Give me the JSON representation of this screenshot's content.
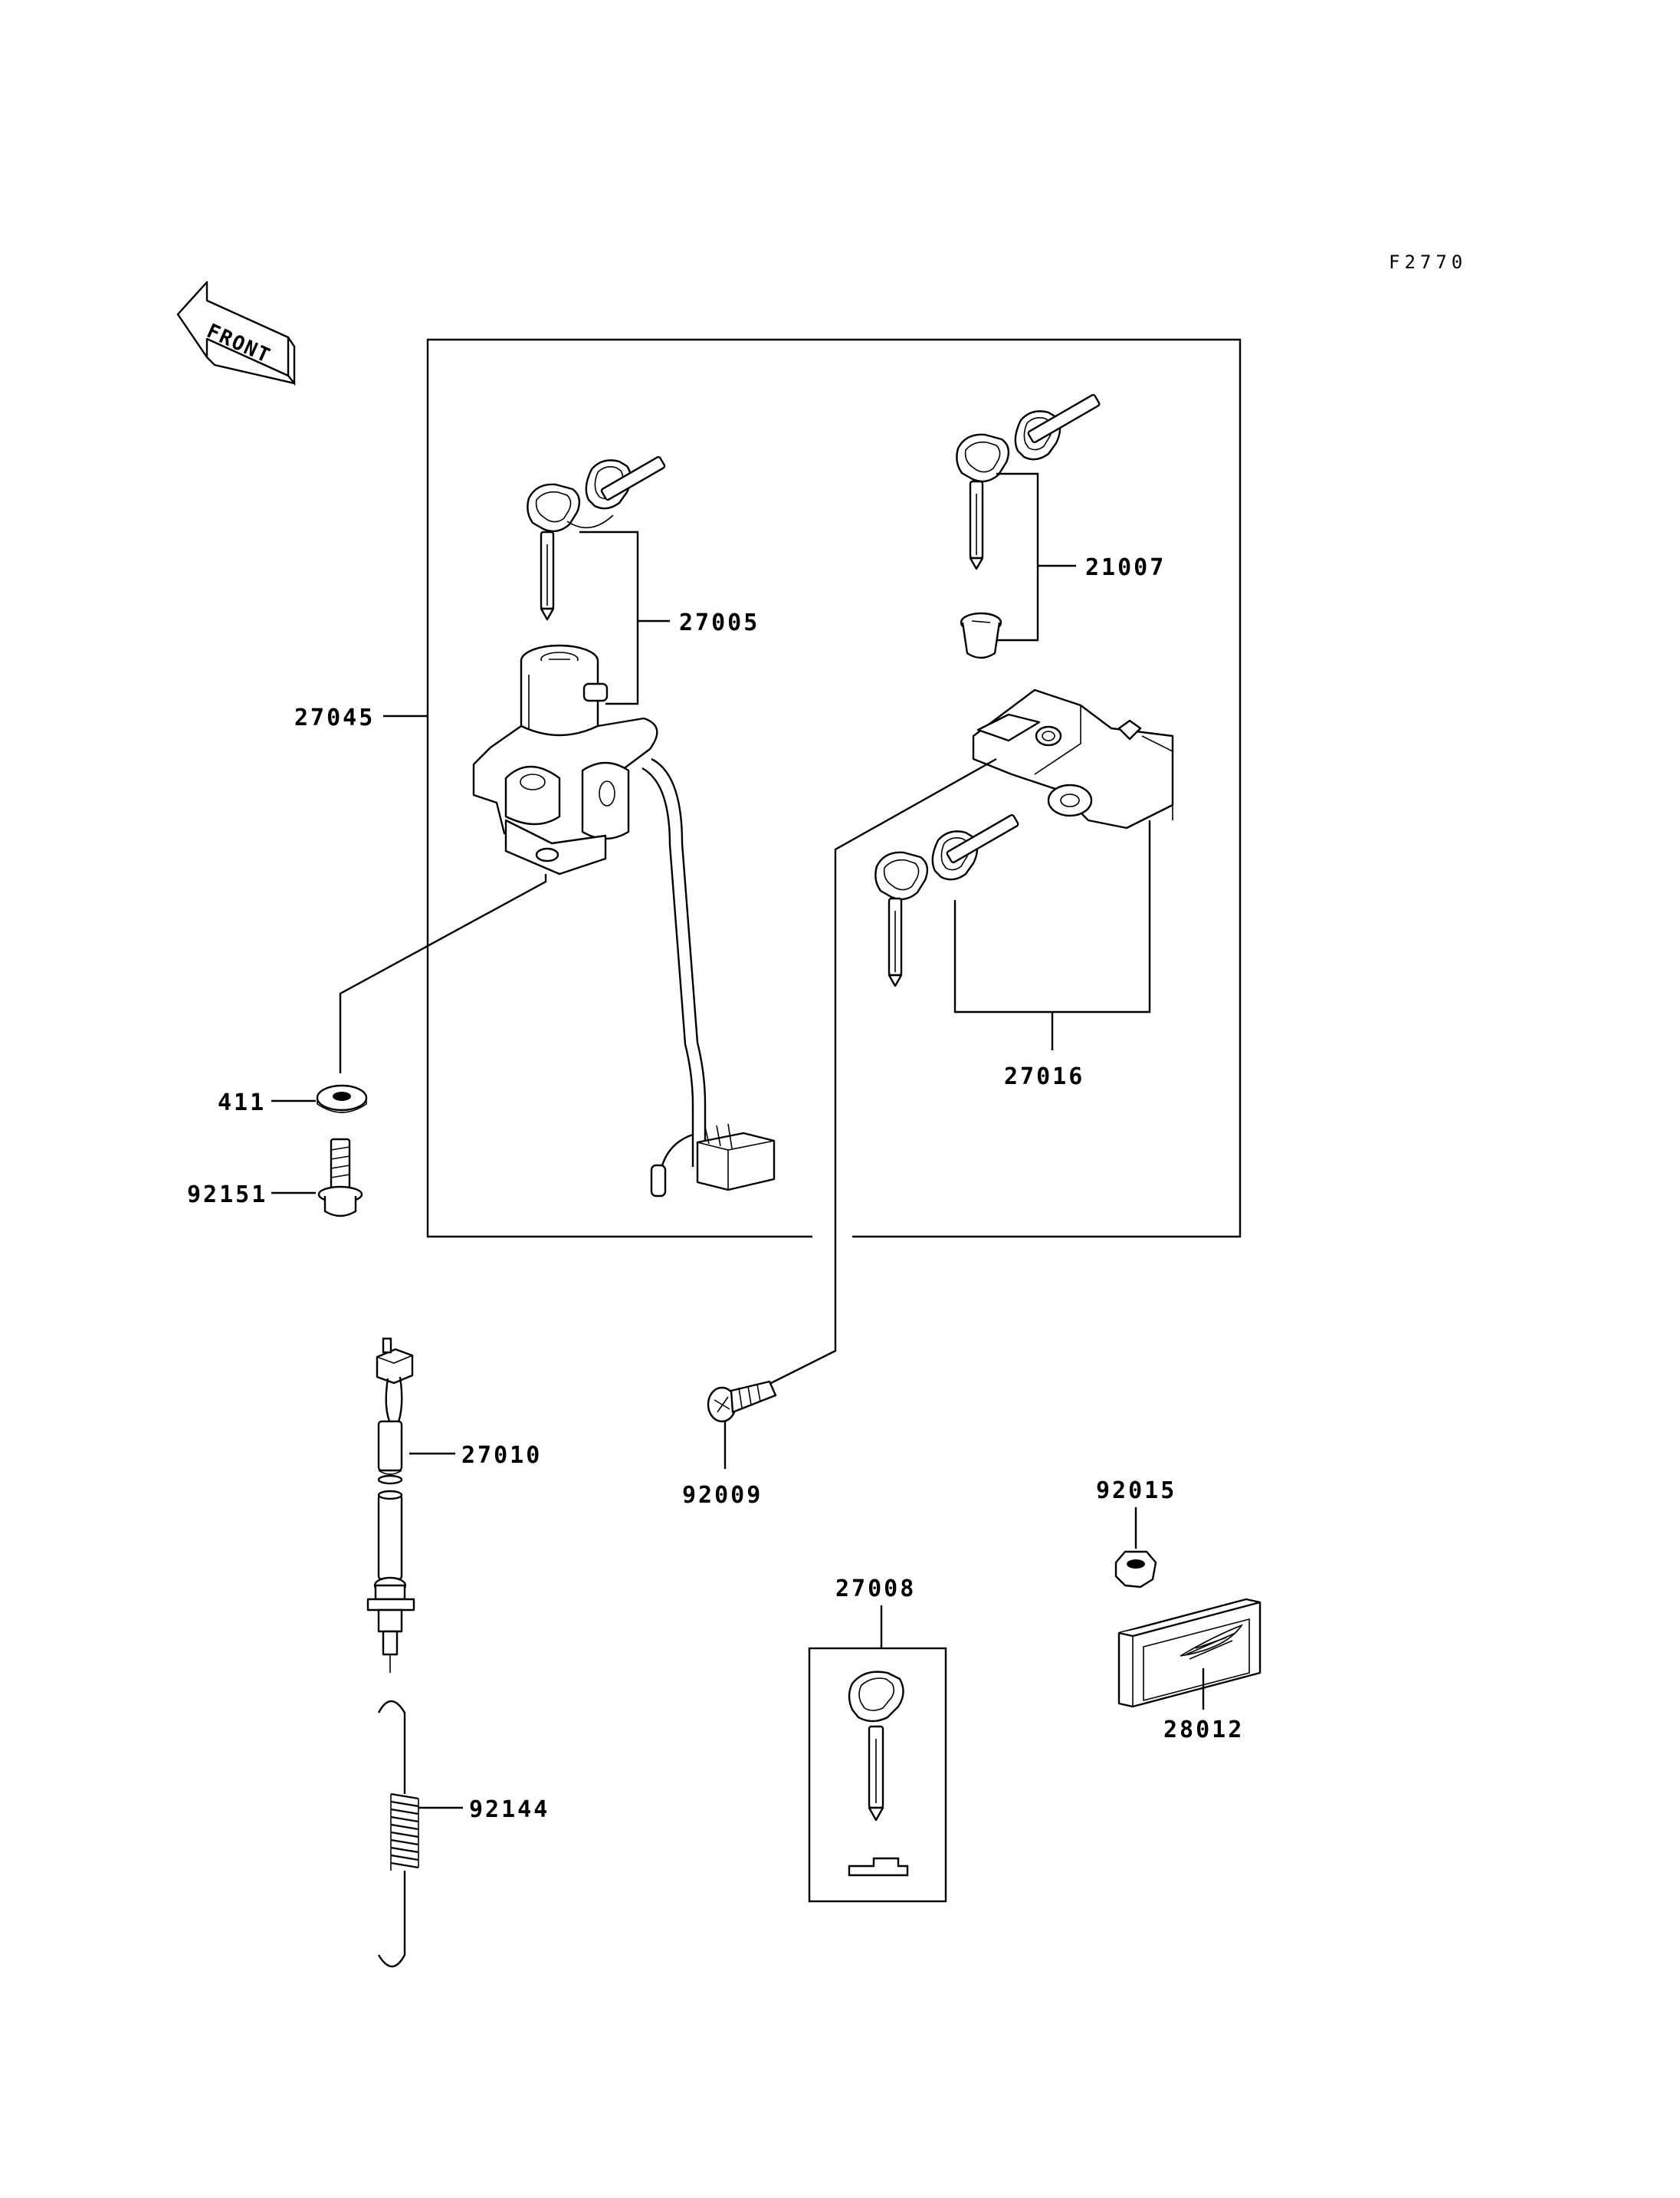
{
  "figure_id": "F2770",
  "front_indicator": "FRONT",
  "parts": {
    "p27045": "27045",
    "p27005": "27005",
    "p21007": "21007",
    "p27016": "27016",
    "p411": "411",
    "p92151": "92151",
    "p27010": "27010",
    "p92009": "92009",
    "p92015": "92015",
    "p27008": "27008",
    "p28012": "28012",
    "p92144": "92144"
  },
  "colors": {
    "ink": "#000000",
    "paper": "#ffffff"
  }
}
